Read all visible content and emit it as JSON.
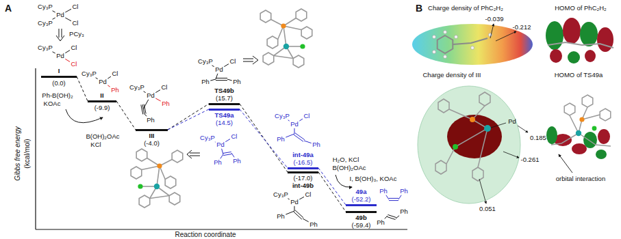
{
  "diagram": {
    "nodes": [
      {
        "text": [
          "I",
          "(0.0)"
        ]
      },
      {
        "text": [
          "II",
          "(-9.9)"
        ]
      },
      {
        "text": [
          "III",
          "(-4.0)"
        ]
      },
      {
        "text": [
          "TS49b",
          "(15.7)"
        ]
      },
      {
        "text": [
          "TS49a",
          "(14.5)"
        ]
      },
      {
        "text": [
          "int-49a",
          "(-16.5)"
        ]
      },
      {
        "text": [
          "(-17.0)",
          "int-49b"
        ]
      },
      {
        "text": [
          "49a",
          "(-52.2)"
        ]
      },
      {
        "text": [
          "49b",
          "(-59.4)"
        ]
      }
    ],
    "edges": [
      {
        "from": 0,
        "to": 1,
        "arrow": "none"
      },
      {
        "from": 1,
        "to": 2,
        "arrow": "none"
      },
      {
        "from": 2,
        "to": 3,
        "arrow": "none"
      },
      {
        "from": 2,
        "to": 4,
        "arrow": "none"
      },
      {
        "from": 3,
        "to": 6,
        "arrow": "none"
      },
      {
        "from": 4,
        "to": 5,
        "arrow": "none"
      },
      {
        "from": 6,
        "to": 8,
        "arrow": "none"
      },
      {
        "from": 5,
        "to": 7,
        "arrow": "none"
      }
    ],
    "labels": [
      "A",
      "Cy₃P",
      "Cl",
      "Pd",
      "Cy₃P",
      "Cl",
      "PCy₃",
      "Cy₃P",
      "Cl",
      "Pd",
      "Cl",
      "Ph-B(OH)₂",
      "KOAc",
      "B(OH)₂OAc",
      "KCl",
      "Cy₃P",
      "Cl",
      "Pd",
      "Ph",
      "Cy₃P",
      "Cl",
      "Pd",
      "Ph",
      "Ph",
      "Cy₃P",
      "Cl",
      "Pd",
      "Ph",
      "Ph",
      "Cy₃P",
      "Pd",
      "Cl",
      "Ph",
      "Ph",
      "Cy₃P",
      "Cl",
      "Pd",
      "Ph",
      "Ph",
      "Cy₃P",
      "Cl",
      "Pd",
      "Ph",
      "Ph",
      "H₂O, KCl",
      "B(OH)₂OAc",
      "I, B(OH)₃, KOAc",
      "Ph",
      "Ph",
      "Ph",
      "Ph",
      "Gibbs free energy",
      "(kcal/mol)",
      "Reaction coordinate",
      "B",
      "Charge density of PhC₂H₂",
      "-0.039",
      "-0.212",
      "HOMO of PhC₂H₂",
      "Charge density of III",
      "Pd",
      "0.185",
      "-0.261",
      "0.051",
      "HOMO of TS49a",
      "orbital interaction"
    ]
  }
}
